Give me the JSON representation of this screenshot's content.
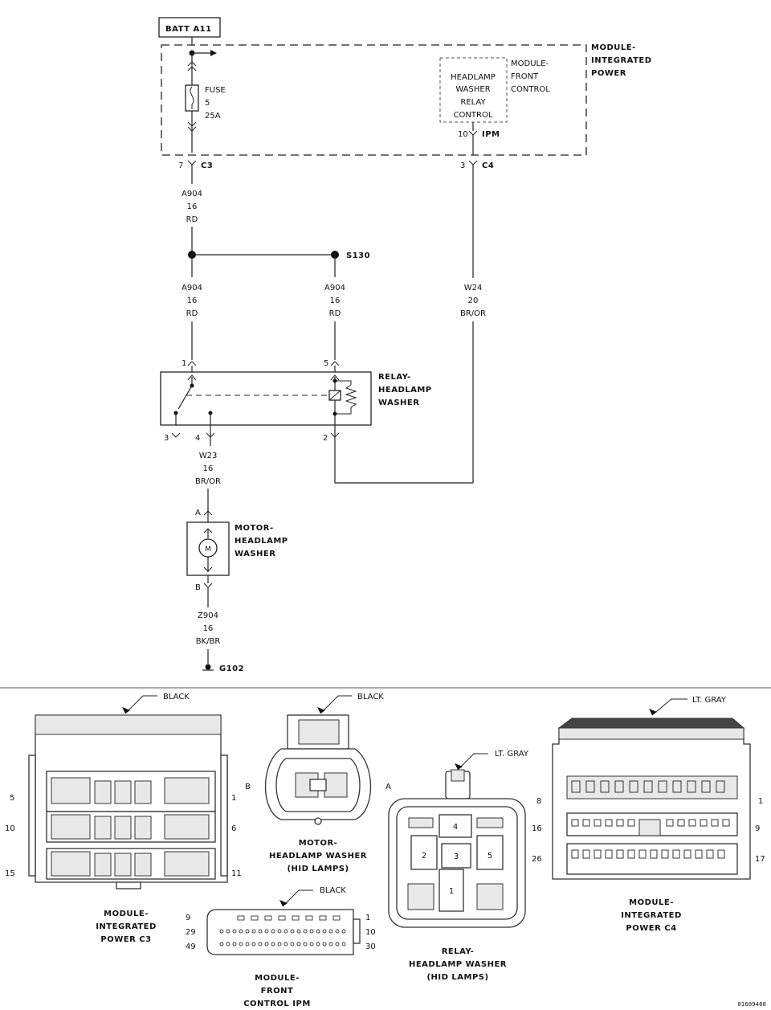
{
  "schematic": {
    "batt_label": "BATT A11",
    "ipm_module_label": [
      "MODULE-",
      "INTEGRATED",
      "POWER"
    ],
    "fuse_label": [
      "FUSE",
      "5",
      "25A"
    ],
    "relay_control_label": [
      "HEADLAMP",
      "WASHER",
      "RELAY",
      "CONTROL"
    ],
    "front_control_label": [
      "MODULE-",
      "FRONT",
      "CONTROL"
    ],
    "ipm_pin_number": "10",
    "ipm_pin_label": "IPM",
    "c3_pin": "7",
    "c3_label": "C3",
    "c4_pin": "3",
    "c4_label": "C4",
    "wire_a904_top": [
      "A904",
      "16",
      "RD"
    ],
    "splice_label": "S130",
    "wire_a904_left": [
      "A904",
      "16",
      "RD"
    ],
    "wire_a904_right": [
      "A904",
      "16",
      "RD"
    ],
    "wire_w24": [
      "W24",
      "20",
      "BR/OR"
    ],
    "relay_pin_1": "1",
    "relay_pin_5": "5",
    "relay_pin_3": "3",
    "relay_pin_4": "4",
    "relay_pin_2": "2",
    "relay_label": [
      "RELAY-",
      "HEADLAMP",
      "WASHER"
    ],
    "wire_w23": [
      "W23",
      "16",
      "BR/OR"
    ],
    "motor_pin_a": "A",
    "motor_pin_b": "B",
    "motor_symbol": "M",
    "motor_label": [
      "MOTOR-",
      "HEADLAMP",
      "WASHER"
    ],
    "wire_z904": [
      "Z904",
      "16",
      "BK/BR"
    ],
    "ground_label": "G102"
  },
  "connectors": {
    "c3": {
      "color": "BLACK",
      "pins_left": [
        "5",
        "10",
        "15"
      ],
      "pins_right": [
        "1",
        "6",
        "11"
      ],
      "title": [
        "MODULE-",
        "INTEGRATED",
        "POWER C3"
      ]
    },
    "motor": {
      "color": "BLACK",
      "pin_b": "B",
      "pin_a": "A",
      "title": [
        "MOTOR-",
        "HEADLAMP WASHER",
        "(HID LAMPS)"
      ]
    },
    "fcm": {
      "color": "BLACK",
      "pins_left": [
        "9",
        "29",
        "49"
      ],
      "pins_right": [
        "1",
        "10",
        "30"
      ],
      "title": [
        "MODULE-",
        "FRONT",
        "CONTROL IPM"
      ]
    },
    "relay": {
      "color": "LT. GRAY",
      "cavities": [
        "4",
        "2",
        "3",
        "5",
        "1"
      ],
      "title": [
        "RELAY-",
        "HEADLAMP WASHER",
        "(HID LAMPS)"
      ]
    },
    "c4": {
      "color": "LT. GRAY",
      "pins_left": [
        "8",
        "16",
        "26"
      ],
      "pins_right": [
        "1",
        "9",
        "17"
      ],
      "title": [
        "MODULE-",
        "INTEGRATED",
        "POWER C4"
      ]
    }
  },
  "figure_id": "81689468"
}
